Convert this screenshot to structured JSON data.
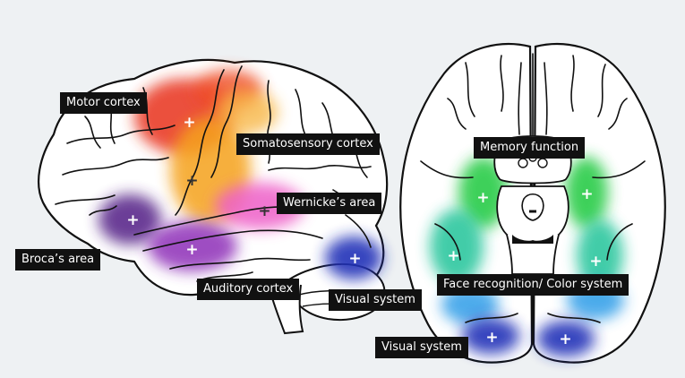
{
  "colors": {
    "background": "#eef1f3",
    "label_background": "#111111",
    "label_text": "#ffffff",
    "motor": "#e8301e",
    "somatosensory": "#f5a21c",
    "wernicke": "#ee5ec8",
    "broca": "#5b2a8c",
    "auditory": "#8e2fb8",
    "visual": "#2131b8",
    "memory": "#2ccc4a",
    "face": "#22c49a",
    "color_system": "#2f9de8"
  },
  "labels": {
    "motor": "Motor cortex",
    "somatosensory": "Somatosensory cortex",
    "wernicke": "Wernicke’s area",
    "broca": "Broca’s area",
    "auditory": "Auditory cortex",
    "visual_left": "Visual system",
    "memory": "Memory function",
    "face_color": "Face recognition/ Color system",
    "visual_right": "Visual system"
  },
  "marker_glyph": "+"
}
